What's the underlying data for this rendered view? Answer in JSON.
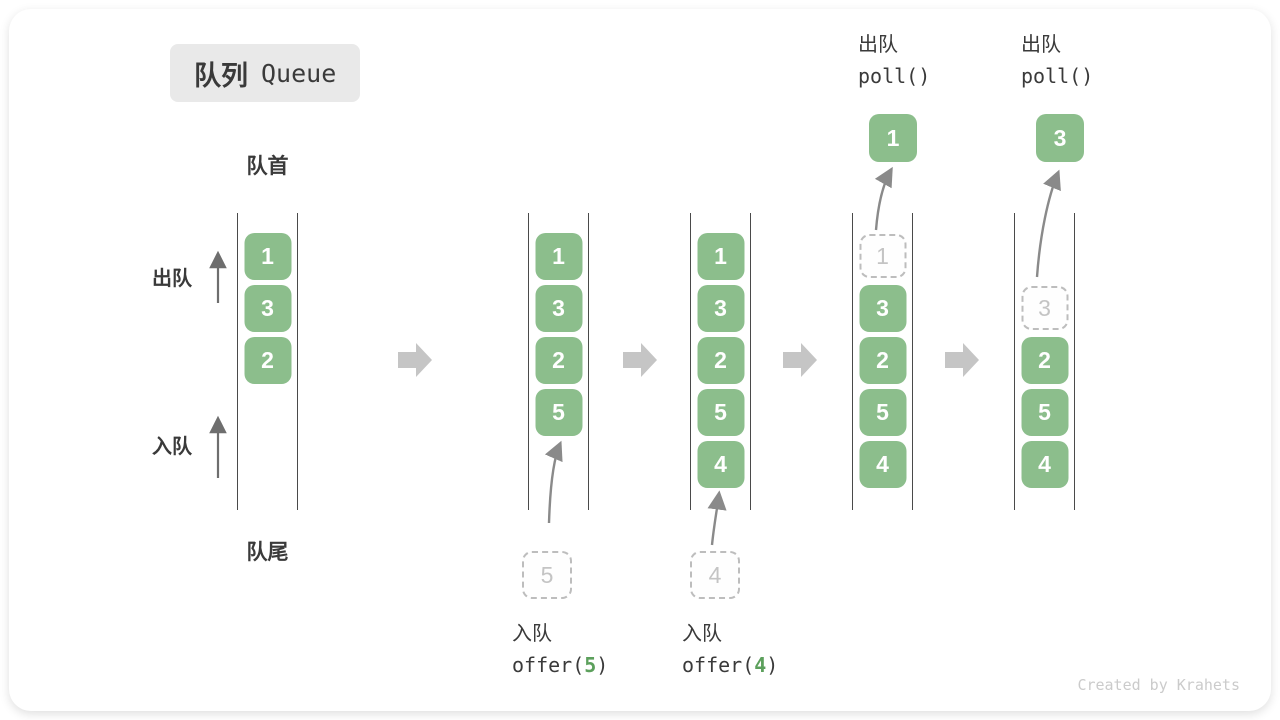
{
  "title": {
    "zh": "队列",
    "en": "Queue"
  },
  "side_labels": {
    "front": "队首",
    "rear": "队尾",
    "dequeue": "出队",
    "enqueue": "入队"
  },
  "colors": {
    "cell_green": "#8cbe8c",
    "code_arg_green": "#5ca05c",
    "block_arrow_gray": "#c5c5c5",
    "channel_line": "#4a4a4a",
    "dashed_border": "#bdbdbd",
    "dashed_text": "#c4c4c4",
    "text_dark": "#3a3a3a",
    "watermark_gray": "#cbcbcb",
    "title_box_bg": "#e9e9e9"
  },
  "queues": [
    {
      "cells": [
        "1",
        "3",
        "2"
      ]
    },
    {
      "cells": [
        "1",
        "3",
        "2",
        "5"
      ]
    },
    {
      "cells": [
        "1",
        "3",
        "2",
        "5",
        "4"
      ]
    },
    {
      "dashed": "1",
      "cells": [
        "3",
        "2",
        "5",
        "4"
      ],
      "popped": "1"
    },
    {
      "dashed": "3",
      "cells": [
        "2",
        "5",
        "4"
      ],
      "popped": "3"
    }
  ],
  "operations": {
    "enqueue": [
      {
        "label": "入队",
        "fn": "offer(",
        "arg": "5",
        "close": ")",
        "staged": "5"
      },
      {
        "label": "入队",
        "fn": "offer(",
        "arg": "4",
        "close": ")",
        "staged": "4"
      }
    ],
    "dequeue": [
      {
        "label": "出队",
        "code": "poll()"
      },
      {
        "label": "出队",
        "code": "poll()"
      }
    ]
  },
  "watermark": "Created by Krahets"
}
